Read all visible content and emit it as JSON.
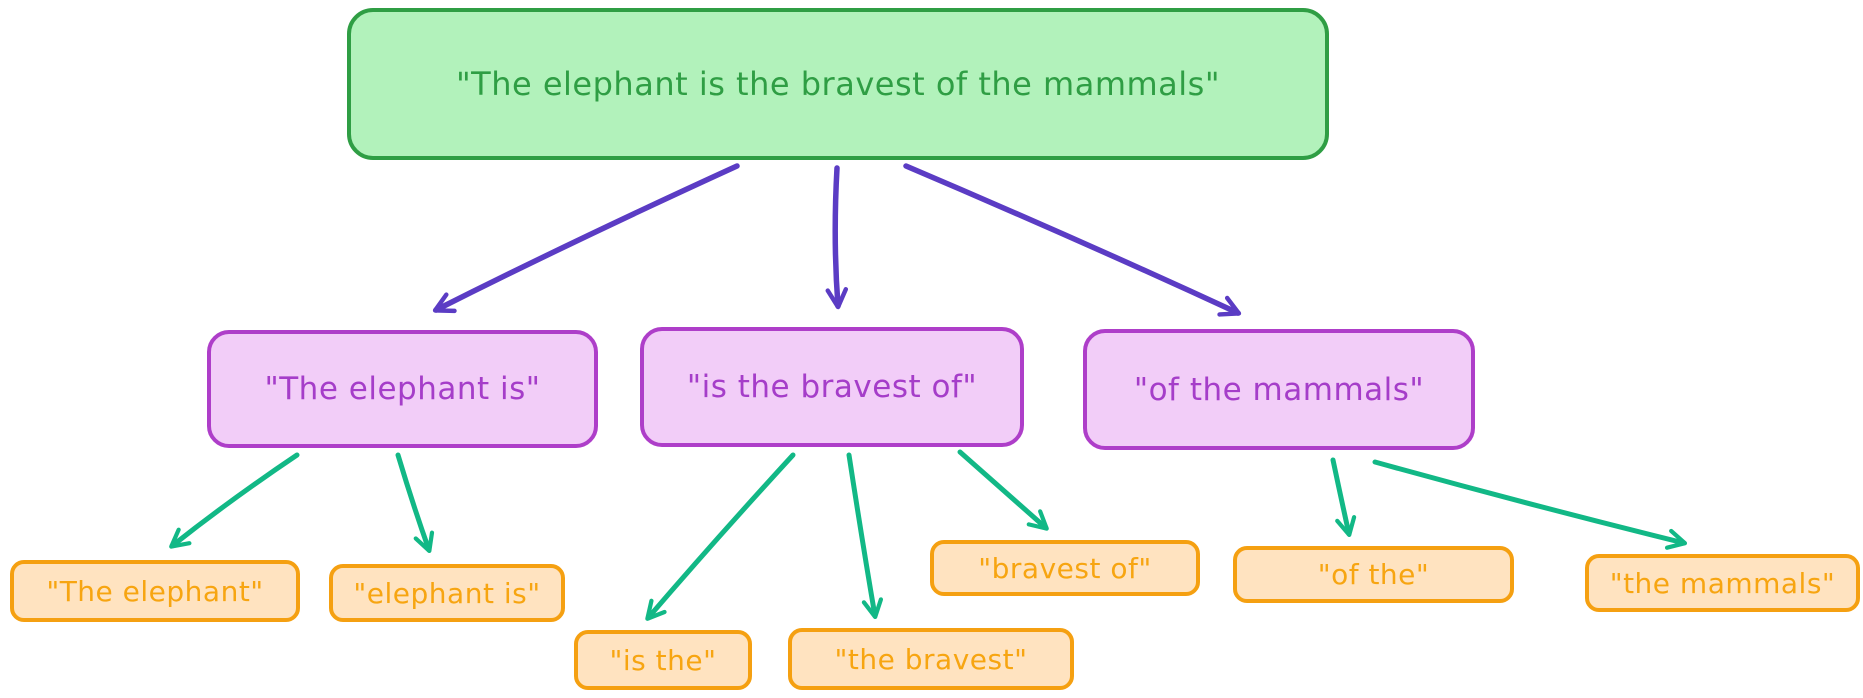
{
  "diagram": {
    "title_hint": "sentence chunking tree",
    "root": {
      "id": "root",
      "label": "\"The elephant is the bravest of the mammals\""
    },
    "chunks": [
      {
        "id": "chunk-1",
        "label": "\"The elephant is\""
      },
      {
        "id": "chunk-2",
        "label": "\"is the bravest of\""
      },
      {
        "id": "chunk-3",
        "label": "\"of the mammals\""
      }
    ],
    "subchunks": [
      {
        "id": "sub-1",
        "label": "\"The elephant\"",
        "parent": "chunk-1"
      },
      {
        "id": "sub-2",
        "label": "\"elephant is\"",
        "parent": "chunk-1"
      },
      {
        "id": "sub-3",
        "label": "\"is the\"",
        "parent": "chunk-2"
      },
      {
        "id": "sub-4",
        "label": "\"the bravest\"",
        "parent": "chunk-2"
      },
      {
        "id": "sub-5",
        "label": "\"bravest of\"",
        "parent": "chunk-2"
      },
      {
        "id": "sub-6",
        "label": "\"of the\"",
        "parent": "chunk-3"
      },
      {
        "id": "sub-7",
        "label": "\"the mammals\"",
        "parent": "chunk-3"
      }
    ],
    "edges": [
      {
        "from": "root",
        "to": "chunk-1",
        "level": 1
      },
      {
        "from": "root",
        "to": "chunk-2",
        "level": 1
      },
      {
        "from": "root",
        "to": "chunk-3",
        "level": 1
      },
      {
        "from": "chunk-1",
        "to": "sub-1",
        "level": 2
      },
      {
        "from": "chunk-1",
        "to": "sub-2",
        "level": 2
      },
      {
        "from": "chunk-2",
        "to": "sub-3",
        "level": 2
      },
      {
        "from": "chunk-2",
        "to": "sub-4",
        "level": 2
      },
      {
        "from": "chunk-2",
        "to": "sub-5",
        "level": 2
      },
      {
        "from": "chunk-3",
        "to": "sub-6",
        "level": 2
      },
      {
        "from": "chunk-3",
        "to": "sub-7",
        "level": 2
      }
    ],
    "colors": {
      "root_border": "#2f9e44",
      "root_fill": "#b2f2bb",
      "root_text": "#2f9e44",
      "chunk_border": "#ae3ec9",
      "chunk_fill": "#f2cdf8",
      "chunk_text": "#a53dc9",
      "subchunk_border": "#f5a011",
      "subchunk_fill": "#ffe3c0",
      "subchunk_text": "#f7a511",
      "arrow_level1": "#5b3cc4",
      "arrow_level2": "#12b886",
      "background": "#ffffff"
    }
  }
}
